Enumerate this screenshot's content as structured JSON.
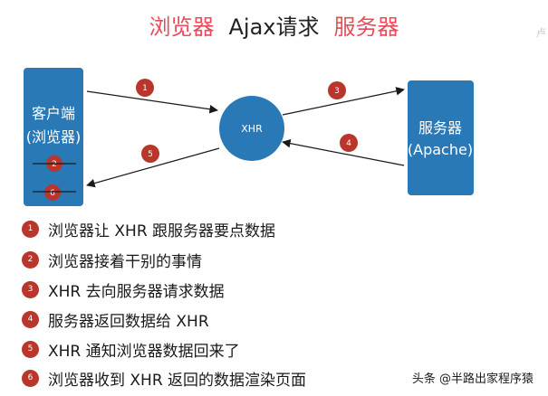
{
  "title": {
    "part1": "浏览器",
    "part2": "Ajax请求",
    "part3": "服务器",
    "color_red": "#e84c5a"
  },
  "client": {
    "line1": "客户端",
    "line2": "(浏览器)"
  },
  "xhr": {
    "label": "XHR"
  },
  "server": {
    "line1": "服务器",
    "line2": "(Apache)"
  },
  "arrow_badges": [
    "1",
    "3",
    "4",
    "5"
  ],
  "client_badges": [
    "2",
    "6"
  ],
  "steps": [
    {
      "num": "1",
      "text": "浏览器让 XHR 跟服务器要点数据"
    },
    {
      "num": "2",
      "text": "浏览器接着干别的事情"
    },
    {
      "num": "3",
      "text": "XHR 去向服务器请求数据"
    },
    {
      "num": "4",
      "text": "服务器返回数据给 XHR"
    },
    {
      "num": "5",
      "text": "XHR 通知浏览器数据回来了"
    },
    {
      "num": "6",
      "text": "浏览器收到 XHR 返回的数据渲染页面"
    }
  ],
  "watermark": "头条 @半路出家程序猿",
  "edge_glyph": "卢",
  "colors": {
    "box_blue": "#2a79b7",
    "badge_red": "#b8362b",
    "arrow": "#1a1a1a"
  }
}
